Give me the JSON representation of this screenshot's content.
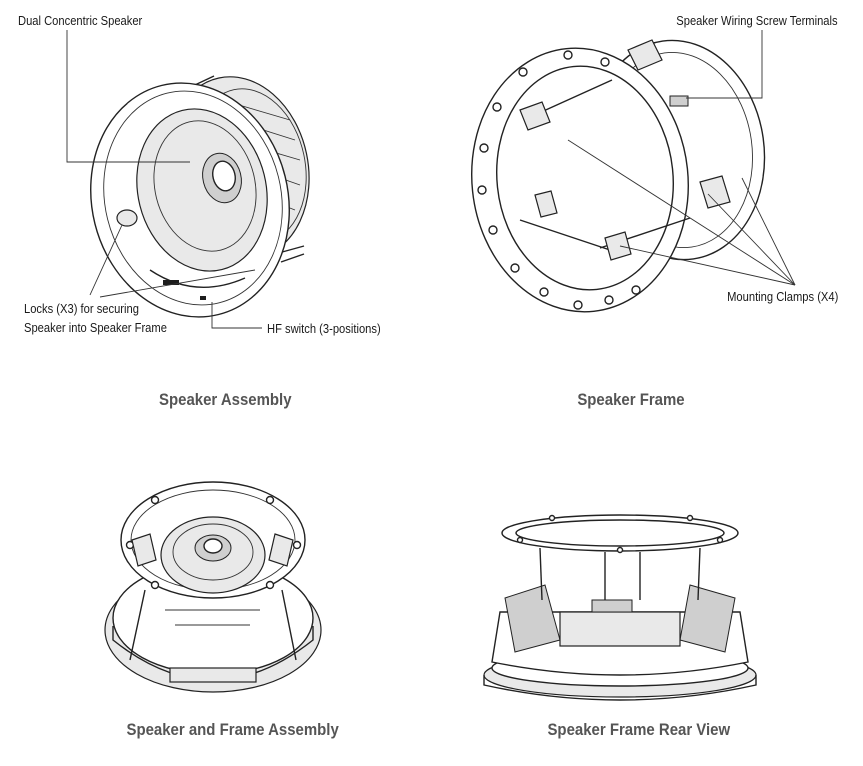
{
  "labels": {
    "dual_concentric": "Dual Concentric Speaker",
    "locks_line1": "Locks (X3) for securing",
    "locks_line2": "Speaker into Speaker Frame",
    "hf_switch": "HF switch (3-positions)",
    "wiring_terminals": "Speaker Wiring Screw Terminals",
    "mounting_clamps": "Mounting Clamps (X4)"
  },
  "captions": {
    "speaker_assembly": "Speaker Assembly",
    "speaker_frame": "Speaker Frame",
    "speaker_and_frame": "Speaker and Frame Assembly",
    "frame_rear_view": "Speaker Frame Rear View"
  }
}
